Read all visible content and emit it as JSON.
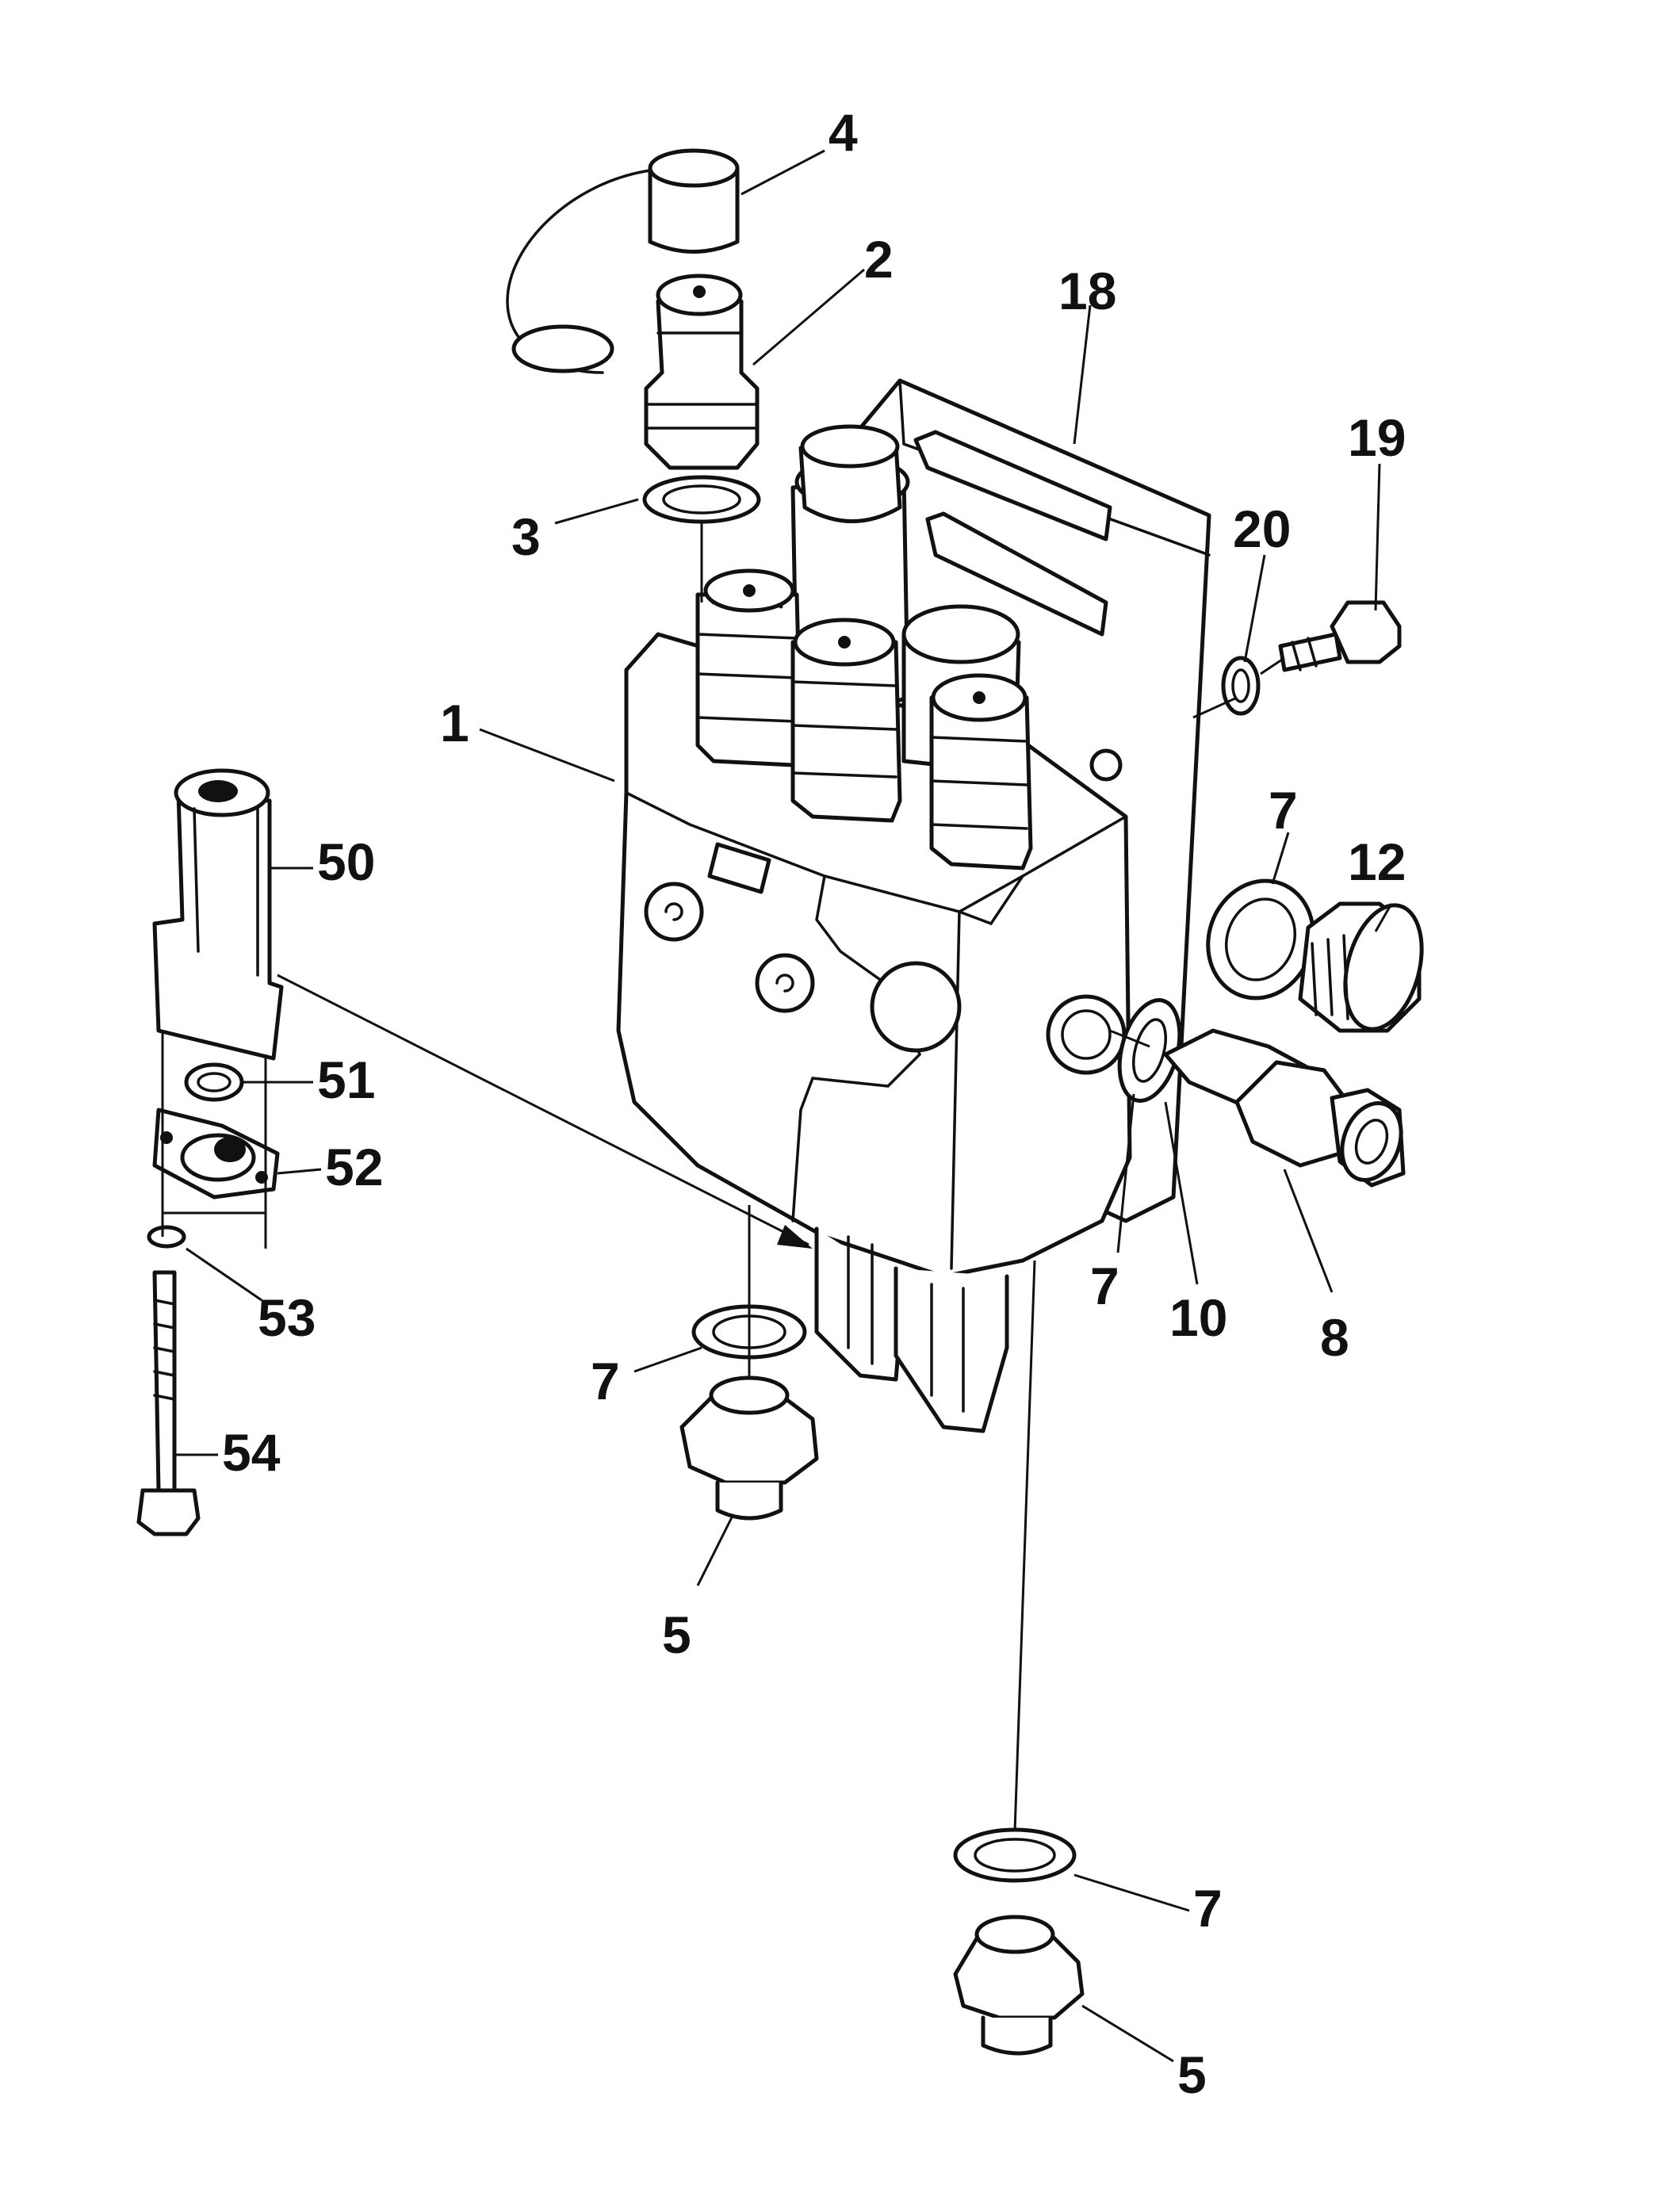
{
  "callouts": [
    {
      "id": "c4",
      "label": "4"
    },
    {
      "id": "c2",
      "label": "2"
    },
    {
      "id": "c18",
      "label": "18"
    },
    {
      "id": "c19",
      "label": "19"
    },
    {
      "id": "c20",
      "label": "20"
    },
    {
      "id": "c3",
      "label": "3"
    },
    {
      "id": "c1",
      "label": "1"
    },
    {
      "id": "c50",
      "label": "50"
    },
    {
      "id": "c7a",
      "label": "7"
    },
    {
      "id": "c12",
      "label": "12"
    },
    {
      "id": "c51",
      "label": "51"
    },
    {
      "id": "c52",
      "label": "52"
    },
    {
      "id": "c53",
      "label": "53"
    },
    {
      "id": "c7b",
      "label": "7"
    },
    {
      "id": "c10",
      "label": "10"
    },
    {
      "id": "c8",
      "label": "8"
    },
    {
      "id": "c7c",
      "label": "7"
    },
    {
      "id": "c54",
      "label": "54"
    },
    {
      "id": "c5a",
      "label": "5"
    },
    {
      "id": "c7d",
      "label": "7"
    },
    {
      "id": "c5b",
      "label": "5"
    }
  ]
}
